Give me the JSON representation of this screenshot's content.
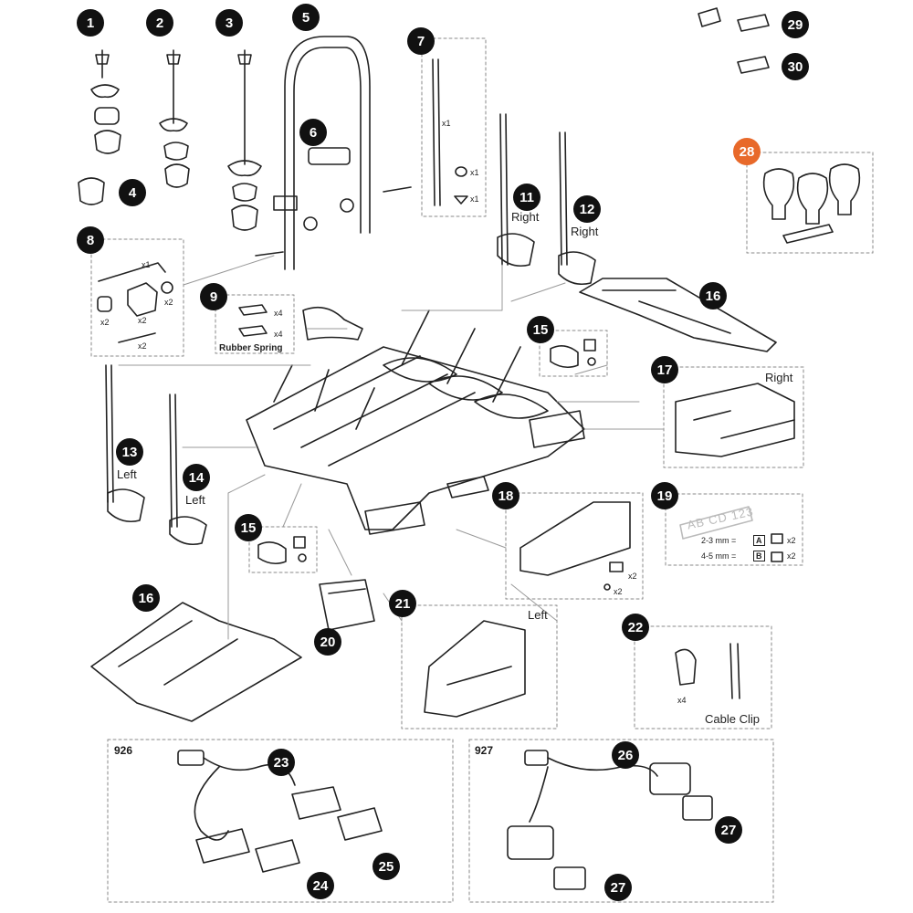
{
  "badges": {
    "b1": "1",
    "b2": "2",
    "b3": "3",
    "b4": "4",
    "b5": "5",
    "b6": "6",
    "b7": "7",
    "b8": "8",
    "b9": "9",
    "b11": "11",
    "b12": "12",
    "b13": "13",
    "b14": "14",
    "b15a": "15",
    "b15b": "15",
    "b16a": "16",
    "b16b": "16",
    "b17": "17",
    "b18": "18",
    "b19": "19",
    "b20": "20",
    "b21": "21",
    "b22": "22",
    "b23": "23",
    "b24": "24",
    "b25": "25",
    "b26": "26",
    "b27a": "27",
    "b27b": "27",
    "b28": "28",
    "b29": "29",
    "b30": "30"
  },
  "labels": {
    "right": "Right",
    "left": "Left",
    "rubber_spring": "Rubber Spring",
    "cable_clip": "Cable Clip",
    "model_926": "926",
    "model_927": "927",
    "plate_text": "AB CD 123",
    "row_2_3": "2-3 mm =",
    "row_4_5": "4-5 mm =",
    "key_a": "A",
    "key_b": "B"
  },
  "quantities": {
    "x1": "x1",
    "x2": "x2",
    "x4": "x4"
  },
  "colors": {
    "badge": "#111111",
    "badge_accent": "#e8692a",
    "line": "#222222",
    "leader": "#999999"
  }
}
